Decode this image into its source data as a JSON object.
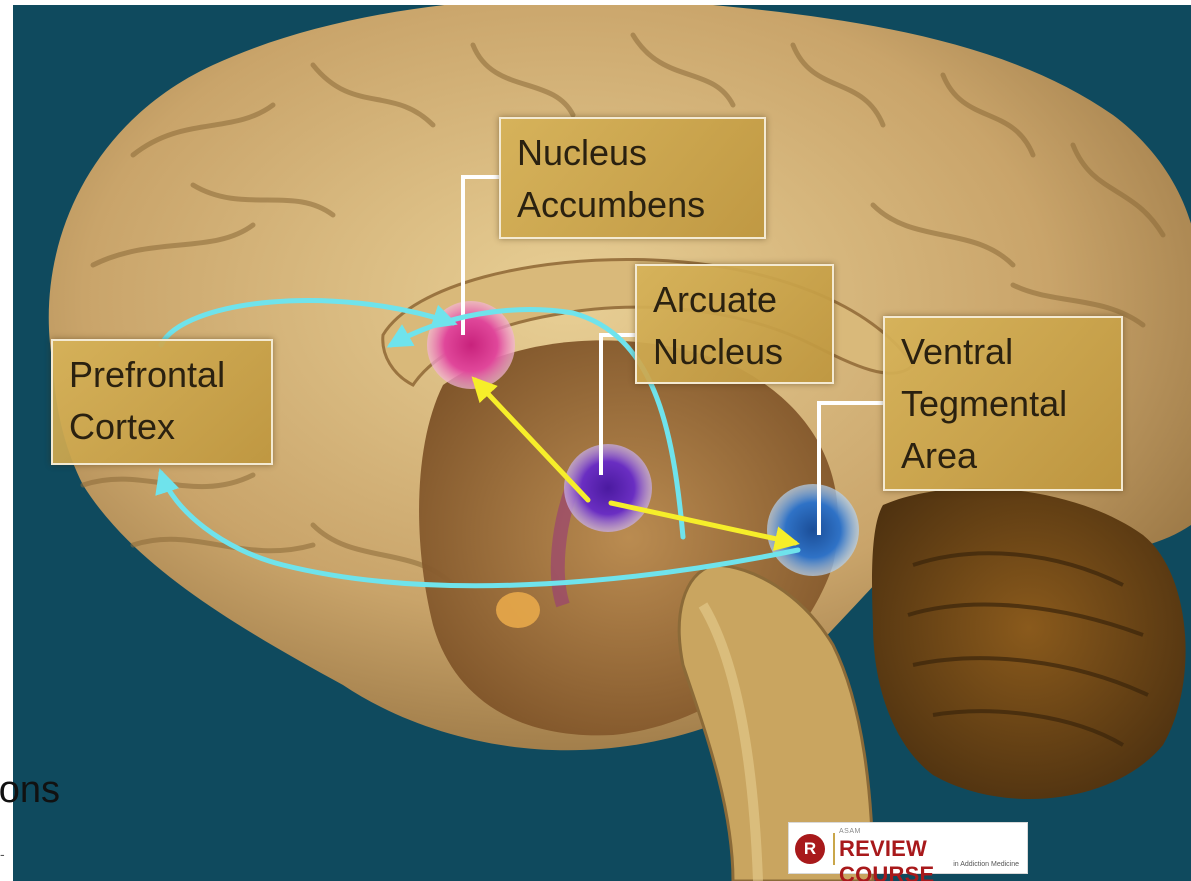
{
  "labels": {
    "nucleus_accumbens": [
      "Nucleus",
      "Accumbens"
    ],
    "arcuate_nucleus": [
      "Arcuate",
      "Nucleus"
    ],
    "prefrontal_cortex": [
      "Prefrontal",
      "Cortex"
    ],
    "ventral_tegmental_area": [
      "Ventral",
      "Tegmental",
      "Area"
    ]
  },
  "slide_fragment": "ons",
  "logo": {
    "badge": "R",
    "org": "ASAM",
    "title": "REVIEW COURSE",
    "subtitle": "in Addiction Medicine"
  },
  "colors": {
    "background": "#0f4a5e",
    "pathway_cyan": "#6fe3ec",
    "pathway_yellow": "#f6ee2a",
    "nucleus_accumbens": "#e0479a",
    "arcuate_nucleus": "#6a2ec2",
    "ventral_tegmental_area": "#2f72c6",
    "label_fill": "#cba655",
    "logo_red": "#a8191b"
  }
}
